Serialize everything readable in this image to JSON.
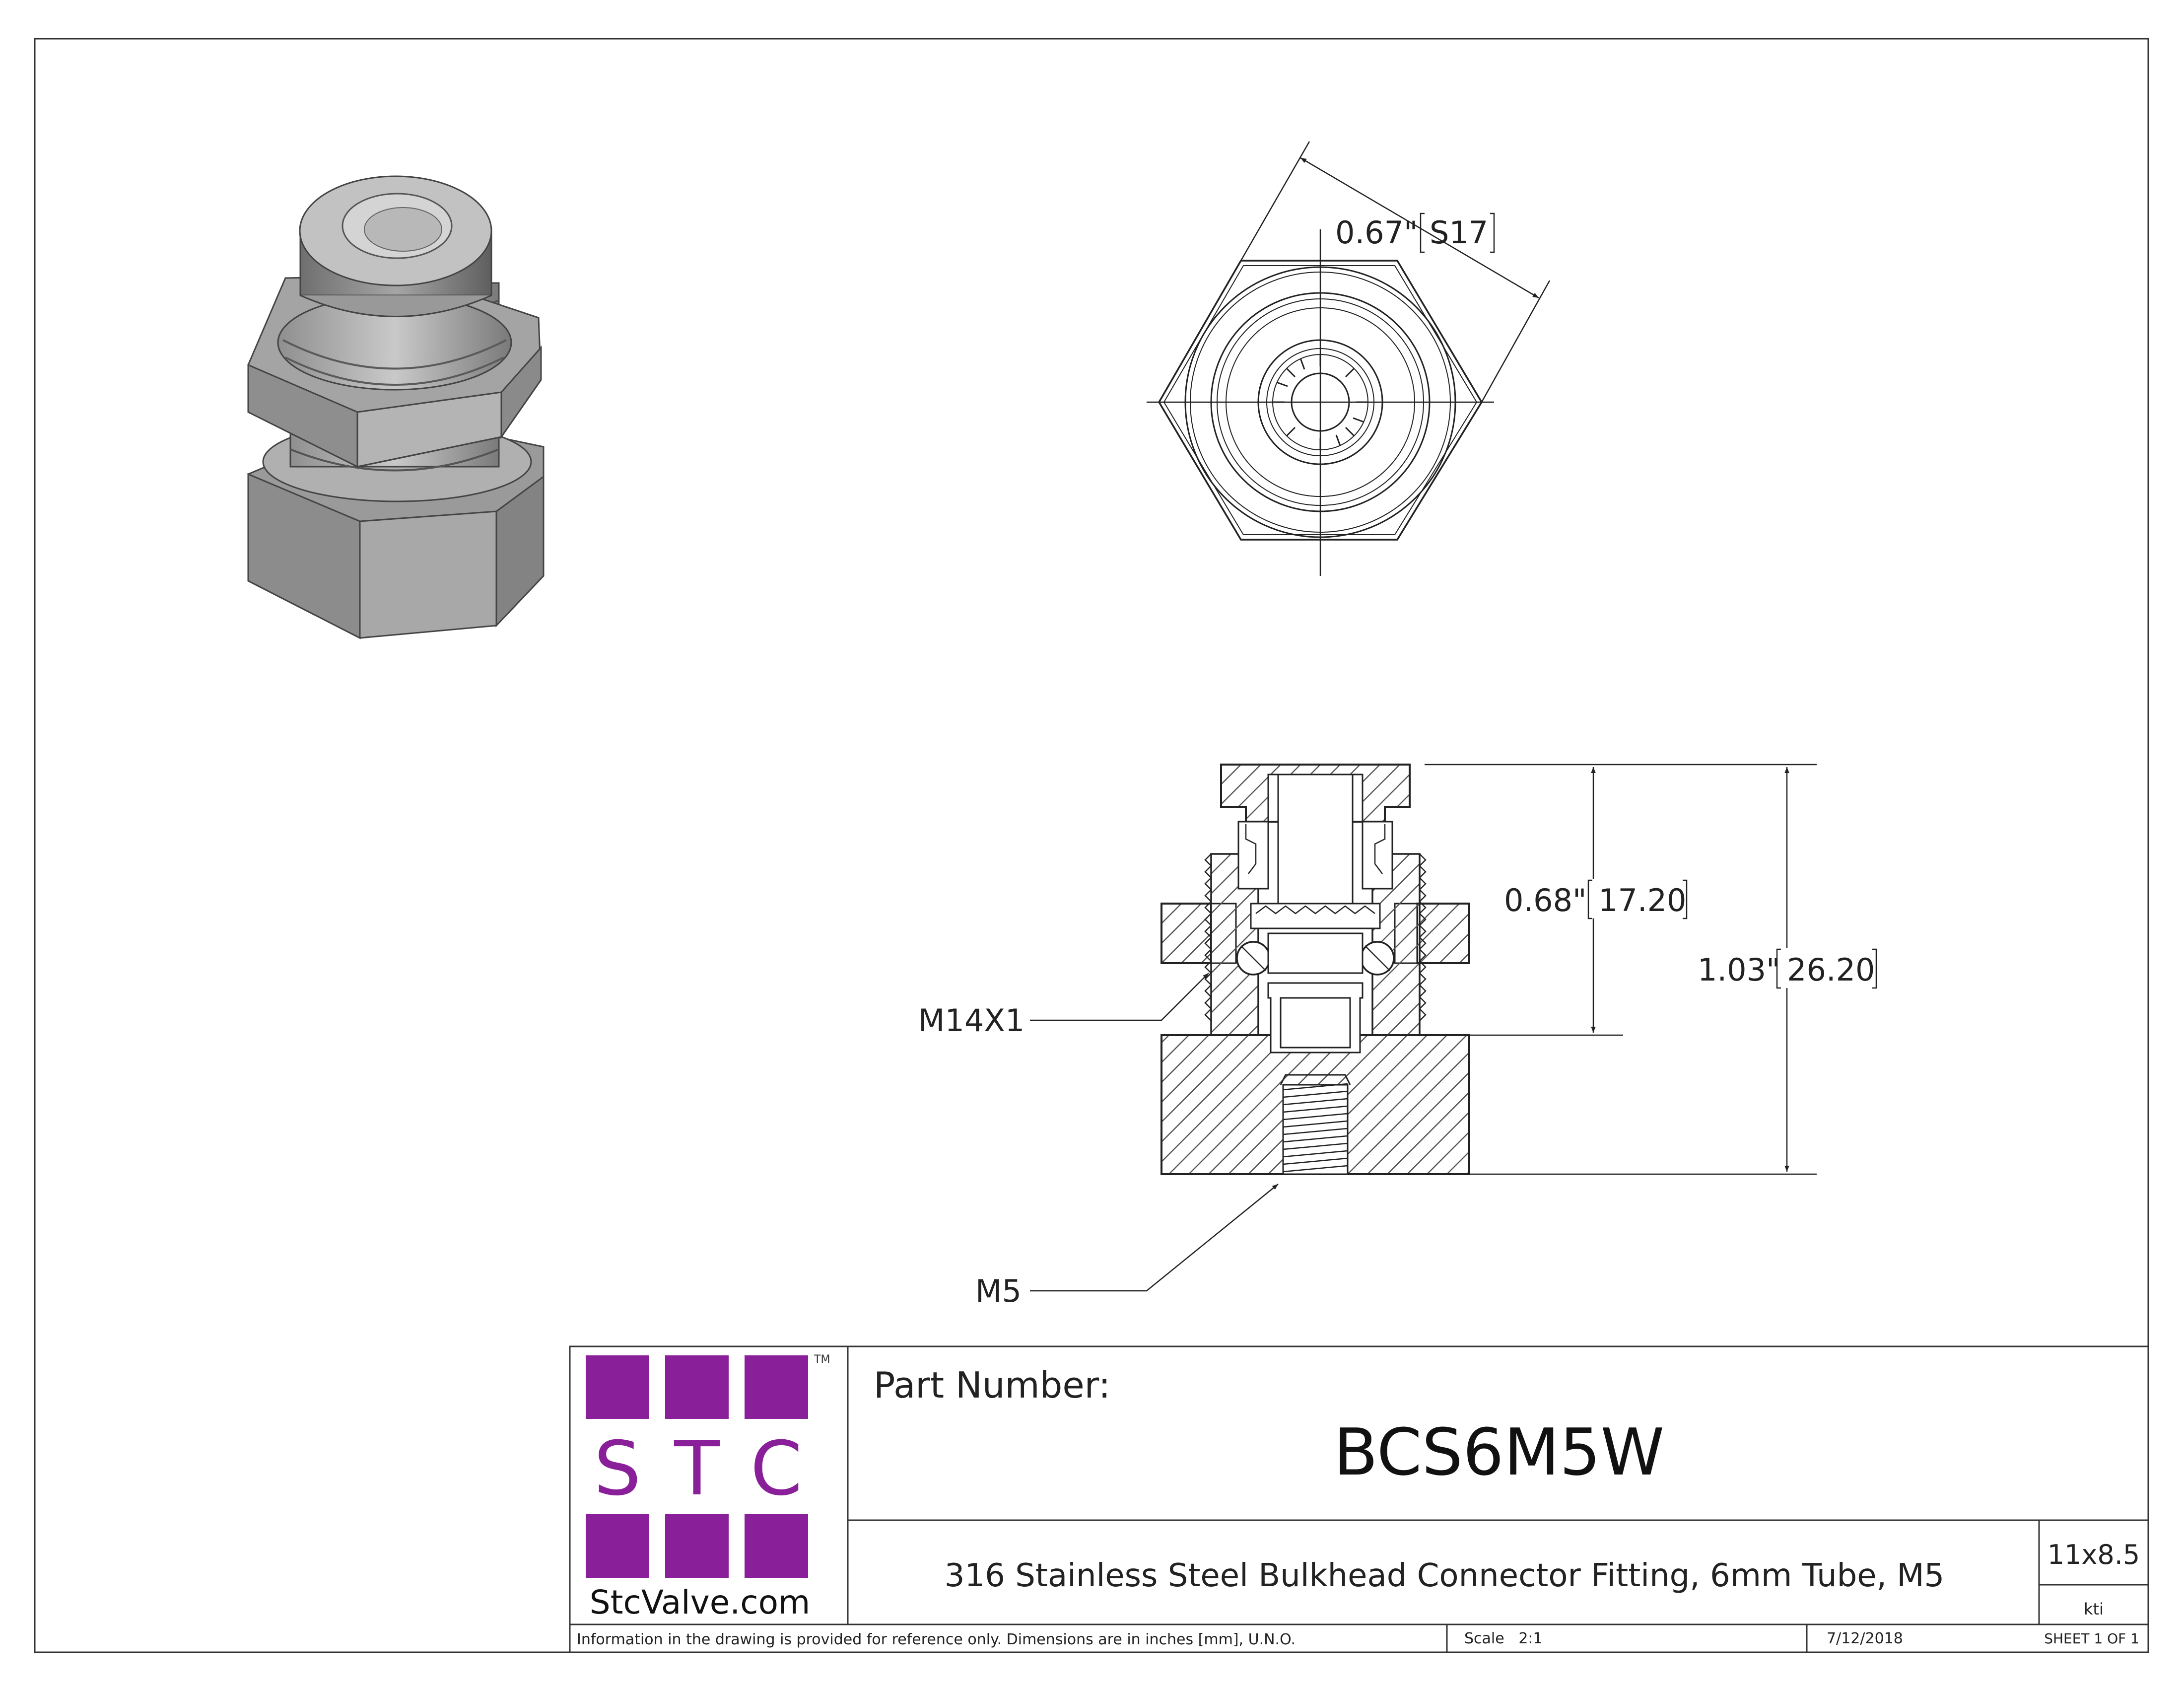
{
  "dimensions": {
    "hex_across_flats": "0.67\"",
    "hex_across_flats_mm": "S17",
    "height_body": "0.68\"",
    "height_body_mm": "17.20",
    "height_overall": "1.03\"",
    "height_overall_mm": "26.20"
  },
  "callouts": {
    "thread_upper": "M14X1",
    "thread_lower": "M5"
  },
  "title_block": {
    "logo": {
      "letters": [
        "S",
        "T",
        "C"
      ],
      "trademark": "TM",
      "website": "StcValve.com",
      "accent_color": "#8a1f9a"
    },
    "part_number_label": "Part Number:",
    "part_number": "BCS6M5W",
    "description": "316 Stainless Steel Bulkhead Connector Fitting, 6mm Tube, M5",
    "size": "11x8.5",
    "drawn_by": "kti",
    "disclaimer": "Information in the drawing is provided for reference only. Dimensions are in inches [mm], U.N.O.",
    "scale": "Scale   2:1",
    "date": "7/12/2018",
    "sheet": "SHEET 1 OF 1"
  }
}
